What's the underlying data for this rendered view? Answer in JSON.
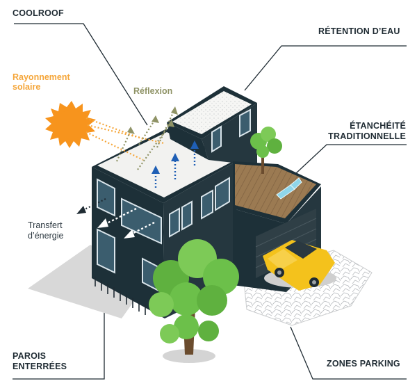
{
  "labels": {
    "coolroof": "COOLROOF",
    "retention": "RÉTENTION D’EAU",
    "etancheite_line1": "ÉTANCHÉITÉ",
    "etancheite_line2": "TRADITIONNELLE",
    "rayonnement_line1": "Rayonnement",
    "rayonnement_line2": "solaire",
    "reflexion": "Réflexion",
    "transfert_line1": "Transfert",
    "transfert_line2": "d’énergie",
    "parois_line1": "PAROIS",
    "parois_line2": "ENTERRÉES",
    "parking": "ZONES PARKING"
  },
  "colors": {
    "text_dark": "#1f2b33",
    "sun": "#f7941d",
    "sun_label": "#f5a63a",
    "reflection": "#8f9366",
    "heat_arrow": "#1f5fb5",
    "wall": "#1d3038",
    "roof_cool": "#f2f2f0",
    "foliage": "#6cc04a",
    "car": "#f4c21c"
  }
}
